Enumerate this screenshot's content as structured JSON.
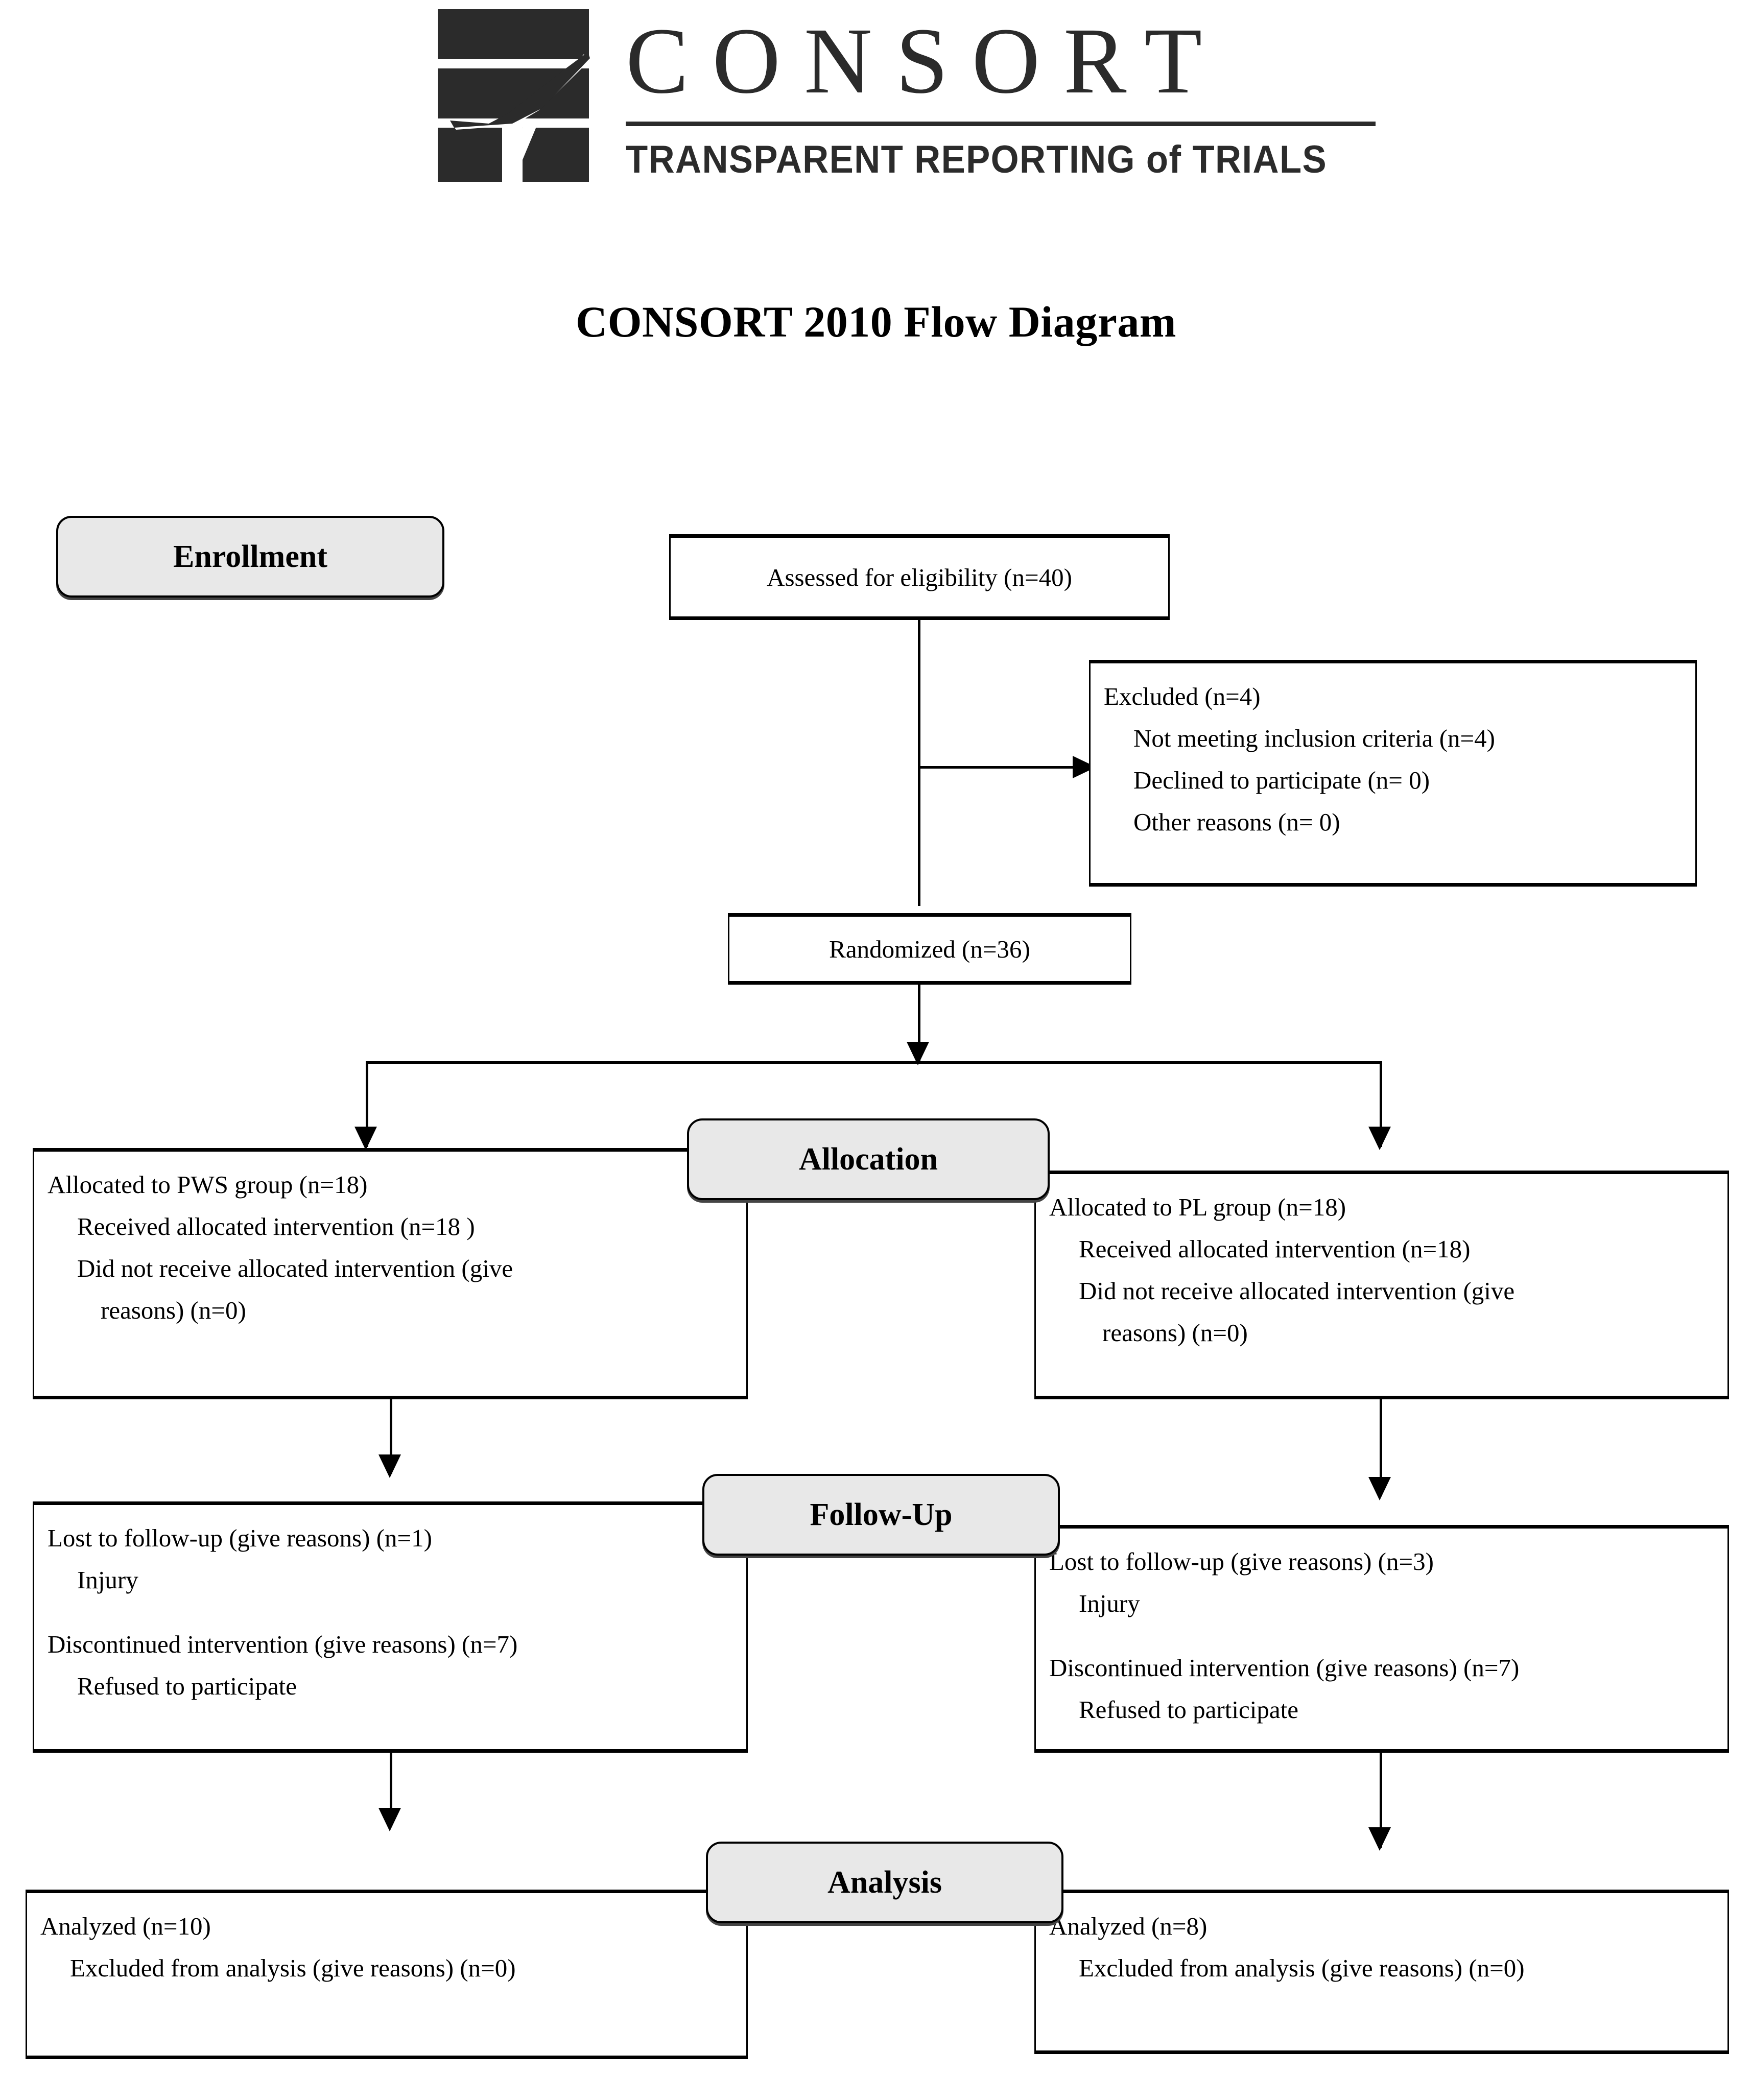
{
  "logo": {
    "wordmark": "CONSORT",
    "tagline": "TRANSPARENT REPORTING of TRIALS",
    "mark_name": "consort-bars-mark"
  },
  "title": "CONSORT 2010 Flow Diagram",
  "stages": {
    "enrollment": "Enrollment",
    "allocation": "Allocation",
    "followup": "Follow-Up",
    "analysis": "Analysis"
  },
  "boxes": {
    "assessed": {
      "text": "Assessed for eligibility (n=40)"
    },
    "excluded": {
      "line1": "Excluded (n=4)",
      "line2": "Not meeting inclusion criteria (n=4)",
      "line3": "Declined to participate (n= 0)",
      "line4": "Other reasons (n= 0)"
    },
    "randomized": {
      "text": "Randomized (n=36)"
    },
    "alloc_left": {
      "line1": "Allocated to PWS group (n=18)",
      "line2": "Received allocated intervention (n=18  )",
      "line3": "Did not receive allocated intervention (give",
      "line4": "reasons) (n=0)"
    },
    "alloc_right": {
      "line1": "Allocated to PL group (n=18)",
      "line2": "Received allocated intervention (n=18)",
      "line3": "Did not receive allocated intervention (give",
      "line4": "reasons) (n=0)"
    },
    "followup_left": {
      "line1": "Lost to follow-up (give reasons) (n=1)",
      "line2": "Injury",
      "line3": "Discontinued intervention (give reasons) (n=7)",
      "line4": "Refused to participate"
    },
    "followup_right": {
      "line1": "Lost to follow-up (give reasons) (n=3)",
      "line2": "Injury",
      "line3": "Discontinued intervention (give reasons) (n=7)",
      "line4": "Refused to participate"
    },
    "analysis_left": {
      "line1": "Analyzed (n=10)",
      "line2": "Excluded from analysis (give reasons) (n=0)"
    },
    "analysis_right": {
      "line1": "Analyzed (n=8)",
      "line2": "Excluded from analysis (give reasons) (n=0)"
    }
  },
  "flow_counts": {
    "assessed_for_eligibility": 40,
    "excluded_total": 4,
    "excluded_not_meeting_criteria": 4,
    "excluded_declined": 0,
    "excluded_other": 0,
    "randomized": 36,
    "allocated_pws": 18,
    "allocated_pl": 18,
    "received_pws": 18,
    "received_pl": 18,
    "not_received_pws": 0,
    "not_received_pl": 0,
    "lost_followup_pws": 1,
    "lost_followup_pl": 3,
    "discontinued_pws": 7,
    "discontinued_pl": 7,
    "analyzed_pws": 10,
    "analyzed_pl": 8,
    "excluded_from_analysis_pws": 0,
    "excluded_from_analysis_pl": 0
  },
  "colors": {
    "stroke": "#000000",
    "pill_fill": "#e8e8e8",
    "logo_ink": "#2b2b2b",
    "page_bg": "#ffffff"
  }
}
